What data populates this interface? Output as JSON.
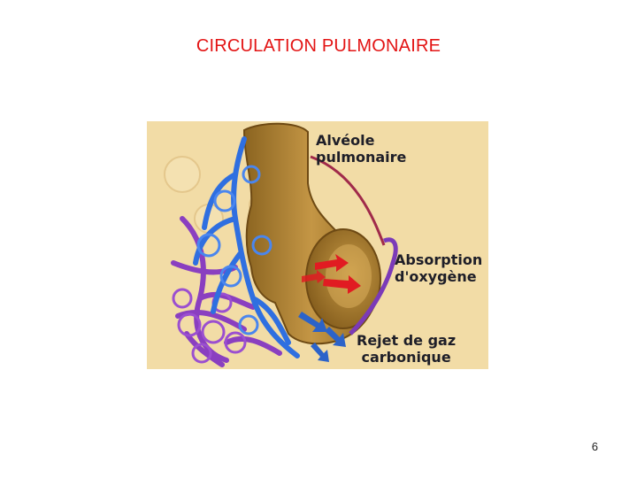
{
  "slide": {
    "title": "CIRCULATION PULMONAIRE",
    "page_number": "6"
  },
  "illustration": {
    "labels": {
      "alveole_line1": "Alvéole",
      "alveole_line2": "pulmonaire",
      "absorption_line1": "Absorption",
      "absorption_line2": "d'oxygène",
      "rejet_line1": "Rejet de gaz",
      "rejet_line2": "carbonique"
    },
    "colors": {
      "background": "#f2dca6",
      "alveolus": "#a97c2e",
      "artery": "#2f6fe0",
      "vein": "#8a3fc0",
      "oxygen_arrow": "#e11b22",
      "co2_arrow": "#2c63c9"
    }
  }
}
